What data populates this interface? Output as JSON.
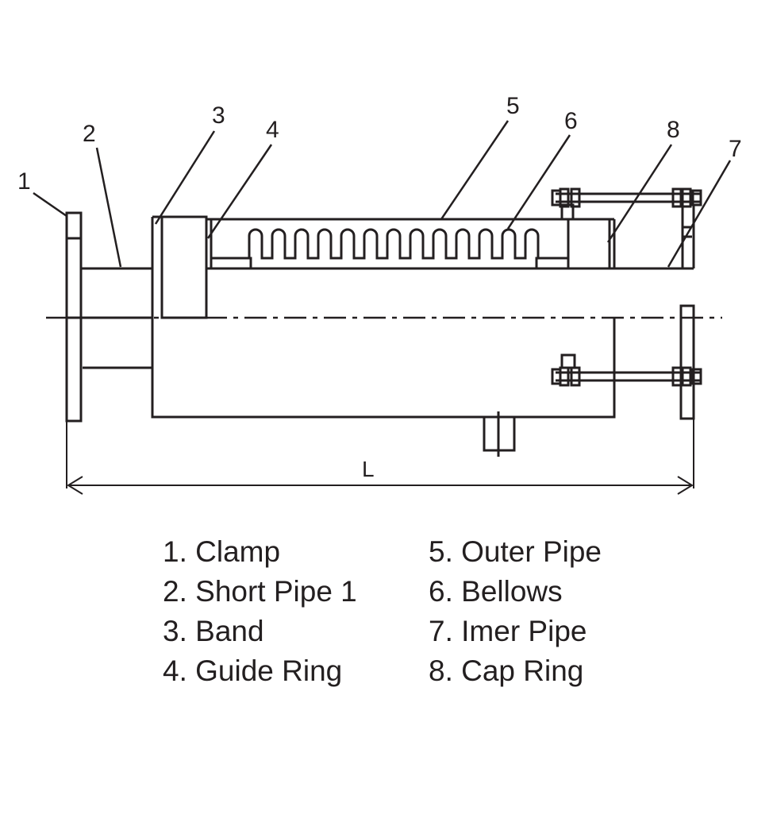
{
  "callouts": [
    "1",
    "2",
    "3",
    "4",
    "5",
    "6",
    "7",
    "8"
  ],
  "dimension": {
    "label": "L"
  },
  "legend": {
    "left": [
      "1. Clamp",
      "2. Short Pipe 1",
      "3. Band",
      "4. Guide Ring"
    ],
    "right": [
      "5. Outer Pipe",
      "6. Bellows",
      "7. Imer Pipe",
      "8. Cap Ring"
    ]
  },
  "colors": {
    "line": "#231f20",
    "background": "#ffffff"
  }
}
